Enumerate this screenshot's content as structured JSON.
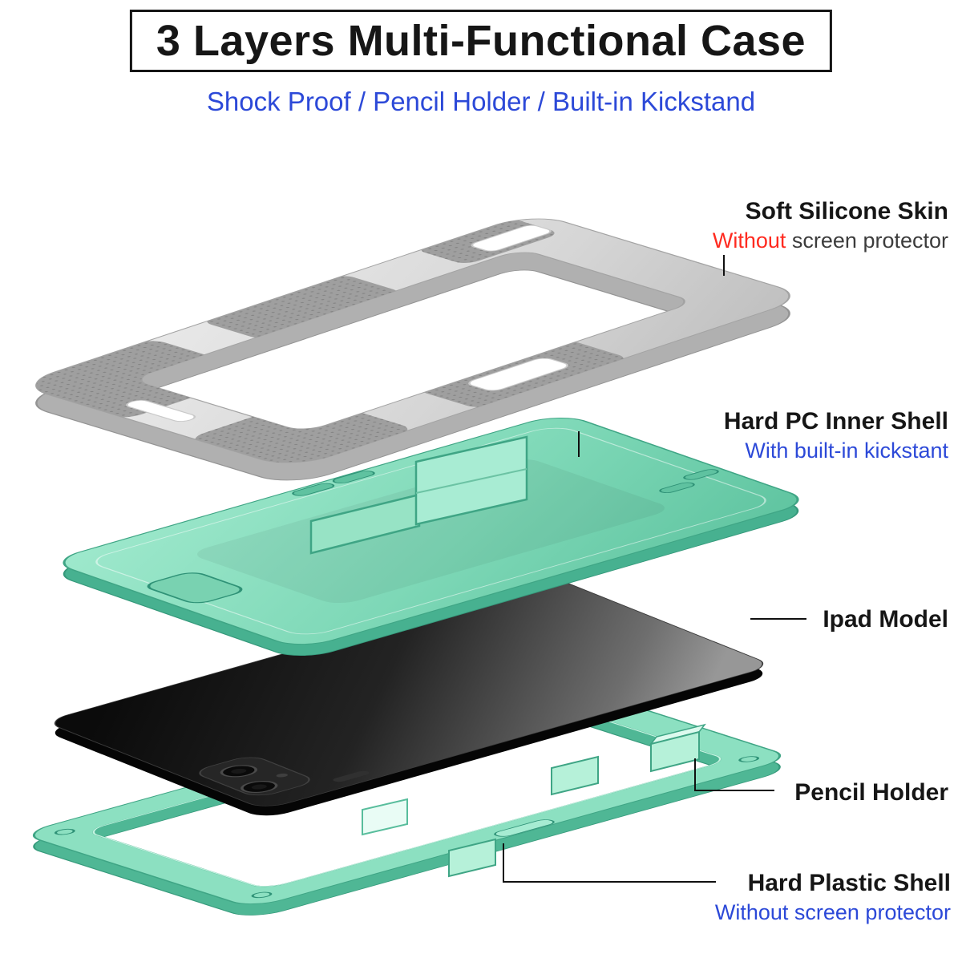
{
  "title": "3 Layers Multi-Functional Case",
  "subtitle": "Shock Proof / Pencil Holder / Built-in Kickstand",
  "callouts": {
    "silicone": {
      "label": "Soft Silicone Skin",
      "sub_highlight": "Without",
      "sub_rest": " screen protector"
    },
    "inner_shell": {
      "label": "Hard PC Inner Shell",
      "sub": "With built-in kickstant"
    },
    "ipad": {
      "label": "Ipad Model"
    },
    "pencil": {
      "label": "Pencil Holder"
    },
    "plastic_shell": {
      "label": "Hard Plastic Shell",
      "sub": "Without screen protector"
    }
  },
  "colors": {
    "accent_blue": "#2c49d8",
    "alert_red": "#ff2a1f",
    "text_dark": "#161616",
    "text_gray": "#3c3c3c",
    "silicone_gray": "#d8d8d8",
    "grip_gray": "#9f9f9f",
    "mint_green": "#7ed8b7",
    "mint_dark": "#3fa585",
    "tablet_dark": "#1a1a1a"
  }
}
